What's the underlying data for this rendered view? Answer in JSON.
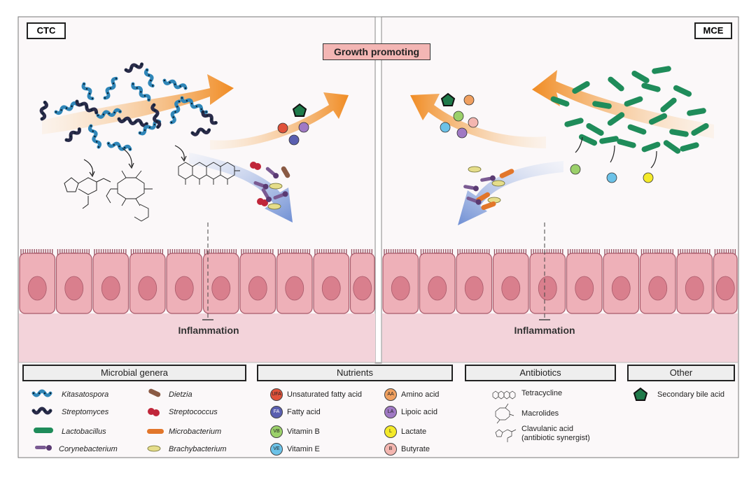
{
  "panels": {
    "left": "CTC",
    "right": "MCE"
  },
  "center_label": "Growth promoting",
  "outcome_label": "Inflammation",
  "legend": {
    "headers": [
      "Microbial genera",
      "Nutrients",
      "Antibiotics",
      "Other"
    ],
    "microbes": [
      "Kitasatospora",
      "Streptomyces",
      "Lactobacillus",
      "Corynebacterium",
      "Dietzia",
      "Streptococcus",
      "Microbacterium",
      "Brachybacterium"
    ],
    "nutrients": [
      {
        "abbr": "UFA",
        "label": "Unsaturated fatty acid",
        "color": "#e0523a"
      },
      {
        "abbr": "FA",
        "label": "Fatty acid",
        "color": "#5a5fb0"
      },
      {
        "abbr": "VB",
        "label": "Vitamin B",
        "color": "#9bd06a"
      },
      {
        "abbr": "VE",
        "label": "Vitamin E",
        "color": "#6cc2e8"
      },
      {
        "abbr": "AA",
        "label": "Amino acid",
        "color": "#f0a060"
      },
      {
        "abbr": "LA",
        "label": "Lipoic acid",
        "color": "#a079c4"
      },
      {
        "abbr": "L",
        "label": "Lactate",
        "color": "#f4ea2a"
      },
      {
        "abbr": "B",
        "label": "Butyrate",
        "color": "#f4b6b0"
      }
    ],
    "antibiotics": [
      "Tetracycline",
      "Macrolides",
      "Clavulanic acid",
      "(antibiotic synergist)"
    ],
    "other": [
      "Secondary bile acid"
    ]
  },
  "colors": {
    "orange": "#f08c24",
    "blue": "#6f8fd4",
    "cell": "#eeb0b8",
    "nucleus": "#d97f8d",
    "lacto": "#1f8c5a",
    "kitasatospora": "#2f86b8",
    "streptomyces": "#2a2c4a"
  }
}
